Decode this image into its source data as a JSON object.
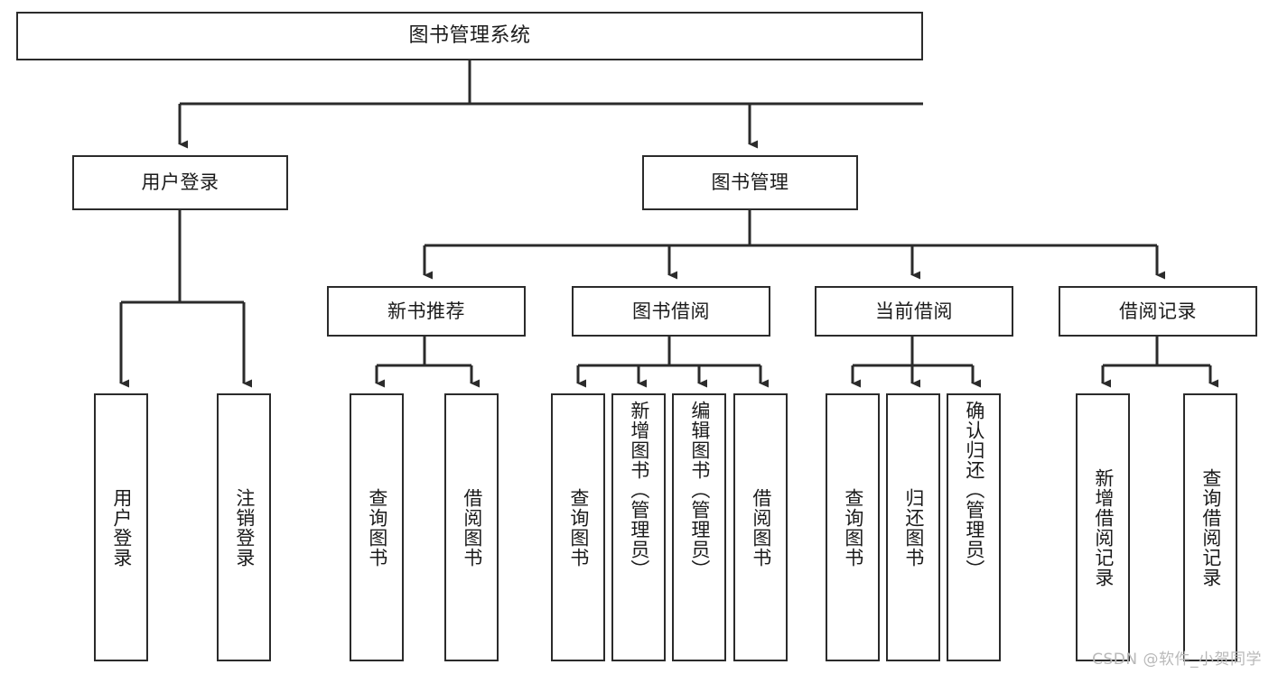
{
  "diagram": {
    "title": "图书管理系统",
    "type": "tree",
    "watermark": "CSDN @软件_小贺同学",
    "edge_color": "#2b2b2b",
    "box_border_color": "#2b2b2b",
    "box_fill_color": "#ffffff",
    "text_color": "#1b1b1b",
    "levels": {
      "root": {
        "label": "图书管理系统"
      },
      "level2": [
        {
          "label": "用户登录"
        },
        {
          "label": "图书管理"
        }
      ],
      "level3": [
        {
          "label": "新书推荐"
        },
        {
          "label": "图书借阅"
        },
        {
          "label": "当前借阅"
        },
        {
          "label": "借阅记录"
        }
      ],
      "leaves": {
        "user_login": [
          {
            "label": "用户登录"
          },
          {
            "label": "注销登录"
          }
        ],
        "new_book_recommend": [
          {
            "label": "查询图书"
          },
          {
            "label": "借阅图书"
          }
        ],
        "book_borrow": [
          {
            "label": "查询图书"
          },
          {
            "label": "新增图书（管理员）"
          },
          {
            "label": "编辑图书（管理员）"
          },
          {
            "label": "借阅图书"
          }
        ],
        "current_borrow": [
          {
            "label": "查询图书"
          },
          {
            "label": "归还图书"
          },
          {
            "label": "确认归还（管理员）"
          }
        ],
        "borrow_record": [
          {
            "label": "新增借阅记录"
          },
          {
            "label": "查询借阅记录"
          }
        ]
      }
    }
  }
}
